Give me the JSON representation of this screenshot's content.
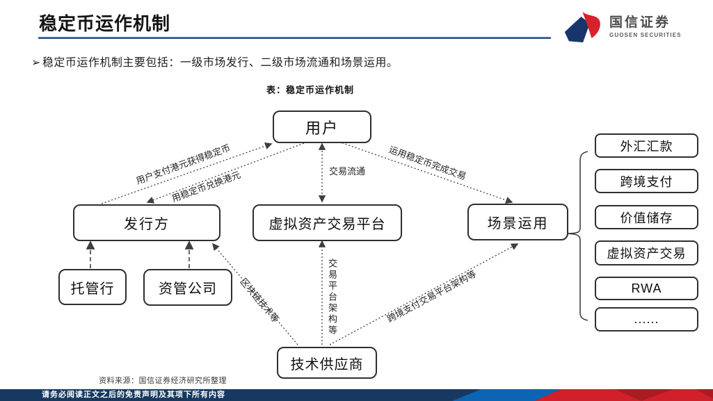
{
  "header": {
    "title": "稳定币运作机制",
    "logo_cn": "国信证券",
    "logo_en": "GUOSEN SECURITIES"
  },
  "bullet": {
    "marker": "➢",
    "text": "稳定币运作机制主要包括：一级市场发行、二级市场流通和场景运用。"
  },
  "diagram": {
    "caption": "表：稳定币运作机制",
    "nodes": {
      "user": "用户",
      "issuer": "发行方",
      "exchange": "虚拟资产交易平台",
      "scenario": "场景运用",
      "custodian": "托管行",
      "asset_manager": "资管公司",
      "tech_provider": "技术供应商"
    },
    "scenario_items": [
      "外汇汇款",
      "跨境支付",
      "价值储存",
      "虚拟资产交易",
      "RWA",
      "......"
    ],
    "edges": {
      "pay_hkd": "用户支付港元获得稳定币",
      "redeem_hkd": "用稳定币兑换港元",
      "circulation": "交易流通",
      "use_stablecoin": "运用稳定币完成交易",
      "blockchain_tech": "区块链技术等",
      "platform_arch": "交易平台架构等",
      "crossborder_arch": "跨境支付交易平台架构等"
    }
  },
  "footnote": {
    "source": "资料来源：国信证券经济研究所整理"
  },
  "footer": {
    "disclaimer": "请务必阅读正文之后的免责声明及其项下所有内容"
  },
  "colors": {
    "title_rule": "#2a5d8c",
    "line": "#3f3f3f",
    "bar_navy": "#17395f",
    "bar_blue": "#0e64b4",
    "bar_red": "#d0202a",
    "bar_red_dark": "#a81d23",
    "logo_blue": "#17356b",
    "logo_red": "#d7212b"
  }
}
